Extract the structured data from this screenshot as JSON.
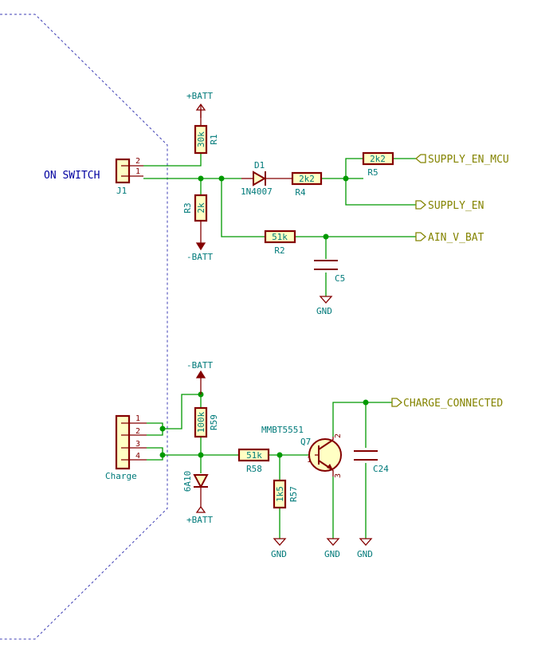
{
  "notes": {
    "on_switch": "ON SWITCH"
  },
  "connectors": {
    "j1": {
      "ref": "J1",
      "pins": [
        "2",
        "1"
      ]
    },
    "charge": {
      "ref": "Charge",
      "pins": [
        "1",
        "2",
        "3",
        "4"
      ]
    }
  },
  "resistors": {
    "r1": {
      "ref": "R1",
      "value": "30k"
    },
    "r2": {
      "ref": "R2",
      "value": "51k"
    },
    "r3": {
      "ref": "R3",
      "value": "2k"
    },
    "r4": {
      "ref": "R4",
      "value": "2k2"
    },
    "r5": {
      "ref": "R5",
      "value": "2k2"
    },
    "r57": {
      "ref": "R57",
      "value": "1k5"
    },
    "r58": {
      "ref": "R58",
      "value": "51k"
    },
    "r59": {
      "ref": "R59",
      "value": "100k"
    }
  },
  "diodes": {
    "d1": {
      "ref": "D1",
      "value": "1N4007"
    },
    "d2": {
      "value": "6A10"
    }
  },
  "capacitors": {
    "c5": {
      "ref": "C5"
    },
    "c24": {
      "ref": "C24"
    }
  },
  "transistor": {
    "ref": "Q7",
    "value": "MMBT5551",
    "pin_b": "1",
    "pin_c": "2",
    "pin_e": "3"
  },
  "power": {
    "batt_pos": "+BATT",
    "batt_neg": "-BATT",
    "gnd": "GND"
  },
  "labels": {
    "supply_en_mcu": "SUPPLY_EN_MCU",
    "supply_en": "SUPPLY_EN",
    "ain_v_bat": "AIN_V_BAT",
    "charge_connected": "CHARGE_CONNECTED"
  }
}
